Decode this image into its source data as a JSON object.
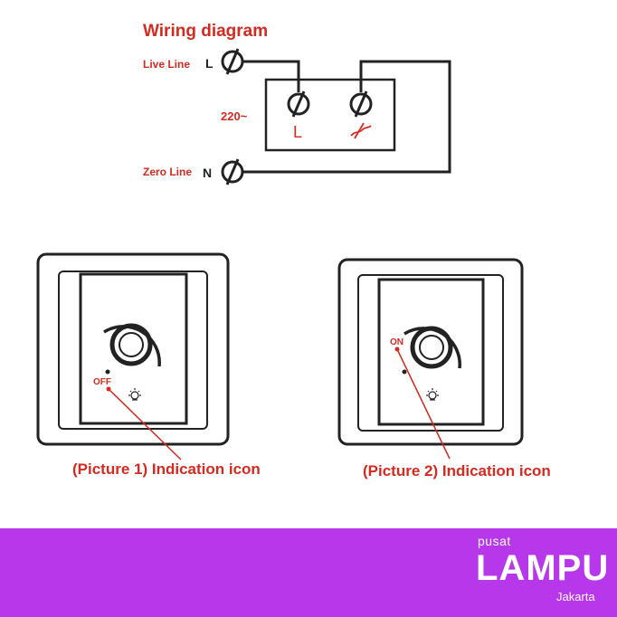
{
  "wiring": {
    "title": "Wiring diagram",
    "live_label": "Live Line",
    "live_letter": "L",
    "zero_label": "Zero Line",
    "zero_letter": "N",
    "voltage": "220~",
    "terminal_left": "L",
    "terminal_right_symbol": "arrow-load-symbol"
  },
  "pictures": [
    {
      "caption": "(Picture 1) Indication icon",
      "indicator": "OFF"
    },
    {
      "caption": "(Picture 2) Indication icon",
      "indicator": "ON"
    }
  ],
  "brand": {
    "top": "pusat",
    "name": "LAMPU",
    "city": "Jakarta"
  },
  "colors": {
    "accent_red": "#d42a1f",
    "footer_purple": "#b737ea",
    "line": "#222222"
  }
}
